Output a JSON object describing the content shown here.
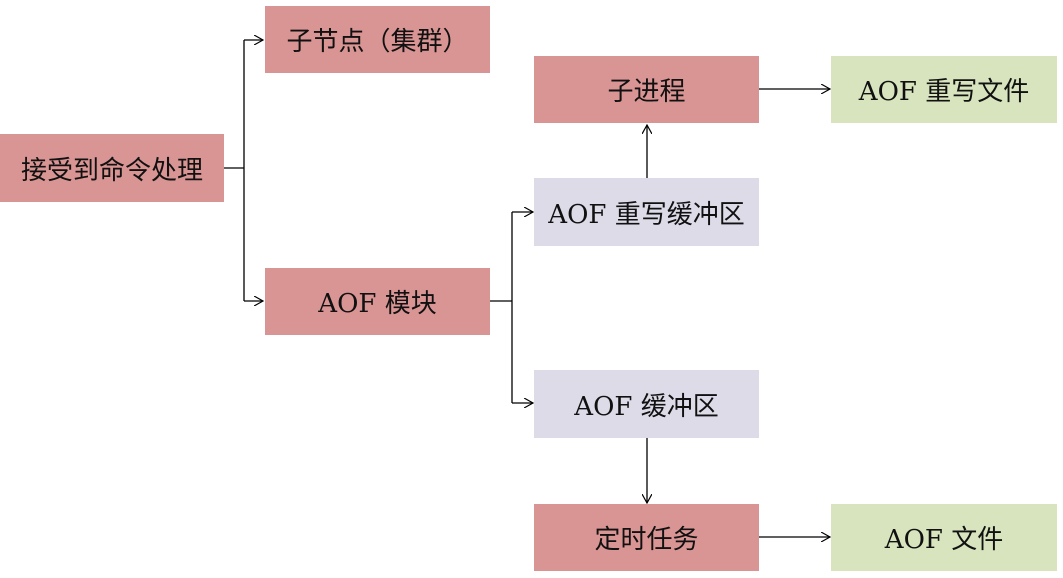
{
  "nodes": {
    "receive": "接受到命令处理",
    "child_node": "子节点（集群）",
    "aof_module": "AOF 模块",
    "aof_rewrite_buffer": "AOF 重写缓冲区",
    "child_process": "子进程",
    "aof_rewrite_file": "AOF 重写文件",
    "aof_buffer": "AOF 缓冲区",
    "timer_task": "定时任务",
    "aof_file": "AOF 文件"
  },
  "colors": {
    "primary": "#d99594",
    "buffer": "#dddbe8",
    "file": "#d7e4bd",
    "line": "#000000"
  }
}
